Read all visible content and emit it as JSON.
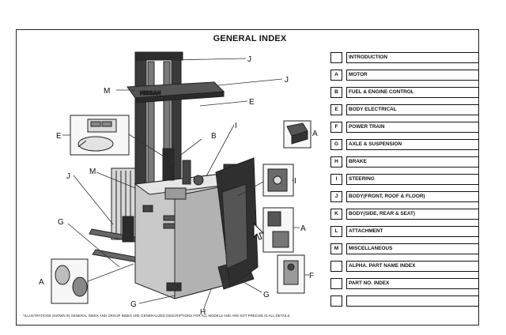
{
  "title": "GENERAL INDEX",
  "footnote": "*ILLUSTRATIONS SHOWN IN GENERAL INDEX AND GROUP INDEX ARE GENERALIZED DESCRIPTIONS FOR ALL MODELS AND ARE NOT PRECISE IN ALL DETAILS.",
  "brand_text": "NISSAN",
  "callouts": {
    "j1": "J",
    "j2": "J",
    "m1": "M",
    "e1": "E",
    "i1": "I",
    "b1": "B",
    "e2": "E",
    "a1": "A",
    "j3": "J",
    "m2": "M",
    "i2": "I",
    "a2": "A",
    "g1": "G",
    "a3": "A",
    "f1": "F",
    "g2": "G",
    "g3": "G",
    "h1": "H"
  },
  "index": [
    {
      "letter": "",
      "label": "INTRODUCTION"
    },
    {
      "letter": "A",
      "label": "MOTOR"
    },
    {
      "letter": "B",
      "label": "FUEL & ENGINE CONTROL"
    },
    {
      "letter": "E",
      "label": "BODY ELECTRICAL"
    },
    {
      "letter": "F",
      "label": "POWER TRAIN"
    },
    {
      "letter": "G",
      "label": "AXLE & SUSPENSION"
    },
    {
      "letter": "H",
      "label": "BRAKE"
    },
    {
      "letter": "I",
      "label": "STEERING"
    },
    {
      "letter": "J",
      "label": "BODY(FRONT, ROOF & FLOOR)"
    },
    {
      "letter": "K",
      "label": "BODY(SIDE, REAR & SEAT)"
    },
    {
      "letter": "L",
      "label": "ATTACHMENT"
    },
    {
      "letter": "M",
      "label": "MISCELLANEOUS"
    },
    {
      "letter": "",
      "label": "ALPHA. PART NAME INDEX"
    },
    {
      "letter": "",
      "label": "PART NO. INDEX"
    },
    {
      "letter": "",
      "label": ""
    }
  ]
}
